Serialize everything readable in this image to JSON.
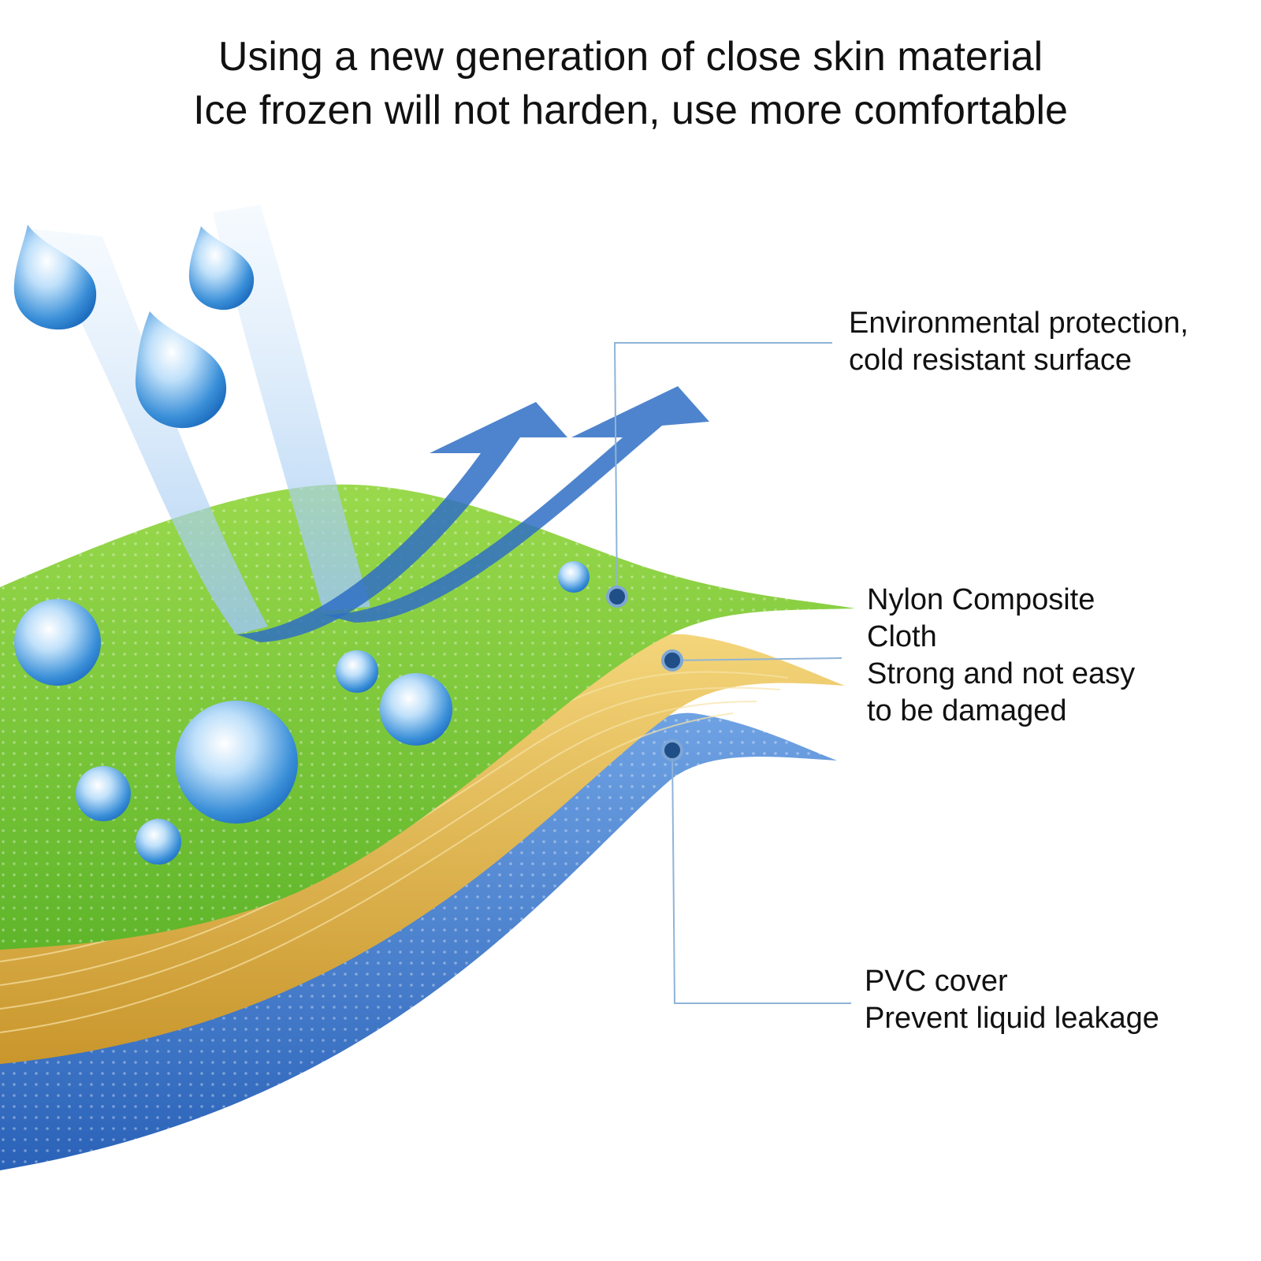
{
  "title": {
    "line1": "Using a new generation of close skin material",
    "line2": "Ice frozen will not harden, use more comfortable"
  },
  "labels": {
    "surface": {
      "line1": "Environmental protection,",
      "line2": "cold resistant surface"
    },
    "nylon": {
      "line1": "Nylon Composite",
      "line2": "Cloth",
      "line3": "Strong and not easy",
      "line4": "to be damaged"
    },
    "pvc": {
      "line1": "PVC cover",
      "line2": "Prevent liquid leakage"
    }
  },
  "colors": {
    "green": "#7cc83a",
    "yellow": "#e3b94a",
    "blue": "#3f7fd0",
    "leader": "#8fb4d8",
    "dot": "#1f4f86"
  }
}
